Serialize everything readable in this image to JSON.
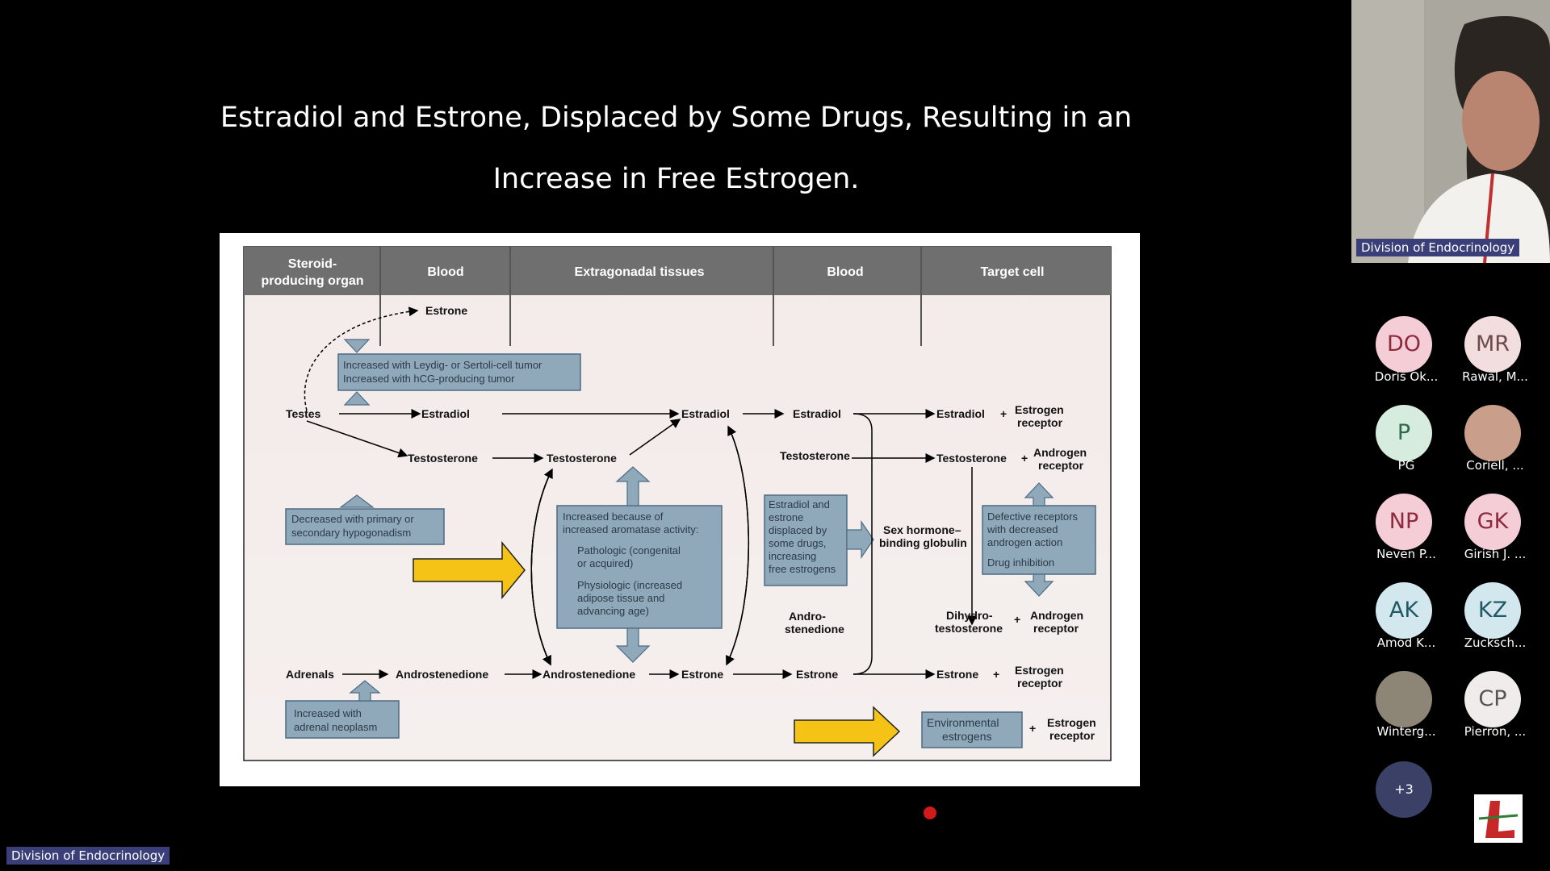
{
  "slide": {
    "title_line1": "Estradiol and Estrone, Displaced by Some Drugs, Resulting in an",
    "title_line2": "Increase in Free Estrogen."
  },
  "diagram": {
    "headers": [
      "Steroid-",
      "producing organ",
      "Blood",
      "Extragonadal tissues",
      "Blood",
      "Target cell"
    ],
    "nodes": {
      "estrone_top": "Estrone",
      "leydig_1": "Increased with Leydig- or Sertoli-cell tumor",
      "leydig_2": "Increased with hCG-producing tumor",
      "testes": "Testes",
      "estradiol_b1": "Estradiol",
      "estradiol_ext": "Estradiol",
      "estradiol_b2": "Estradiol",
      "estradiol_t": "Estradiol",
      "plus_1": "+",
      "er1_a": "Estrogen",
      "er1_b": "receptor",
      "testo_b1": "Testosterone",
      "testo_ext": "Testosterone",
      "testo_b2": "Testosterone",
      "testo_t": "Testosterone",
      "plus_2": "+",
      "ar1_a": "Androgen",
      "ar1_b": "receptor",
      "hypo_1": "Decreased with primary or",
      "hypo_2": "secondary hypogonadism",
      "arom_1": "Increased because of",
      "arom_2": "increased aromatase activity:",
      "arom_3": "Pathologic (congenital",
      "arom_4": "or acquired)",
      "arom_5": "Physiologic (increased",
      "arom_6": "adipose tissue and",
      "arom_7": "advancing age)",
      "disp_1": "Estradiol and",
      "disp_2": "estrone",
      "disp_3": "displaced by",
      "disp_4": "some drugs,",
      "disp_5": "increasing",
      "disp_6": "free estrogens",
      "shbg_1": "Sex hormone–",
      "shbg_2": "binding globulin",
      "defect_1": "Defective receptors",
      "defect_2": "with decreased",
      "defect_3": "androgen action",
      "defect_4": "Drug inhibition",
      "andro_b2_a": "Andro-",
      "andro_b2_b": "stenedione",
      "dht_a": "Dihydro-",
      "dht_b": "testosterone",
      "plus_3": "+",
      "ar2_a": "Androgen",
      "ar2_b": "receptor",
      "adrenals": "Adrenals",
      "andro_b1": "Androstenedione",
      "andro_ext": "Androstenedione",
      "estrone_ext": "Estrone",
      "estrone_b2": "Estrone",
      "estrone_t": "Estrone",
      "plus_4": "+",
      "er2_a": "Estrogen",
      "er2_b": "receptor",
      "adrenal_neo_1": "Increased with",
      "adrenal_neo_2": "adrenal neoplasm",
      "env_1": "Environmental",
      "env_2": "estrogens",
      "plus_5": "+",
      "er3_a": "Estrogen",
      "er3_b": "receptor"
    }
  },
  "meeting": {
    "speaker_label": "Division of Endocrinology",
    "bottom_label": "Division of Endocrinology",
    "more_count": "+3",
    "participants": [
      {
        "initials": "DO",
        "name": "Doris Ok...",
        "bg": "#f4cdd6",
        "fg": "#8e2a3c"
      },
      {
        "initials": "MR",
        "name": "Rawal, M...",
        "bg": "#f2dede",
        "fg": "#6e4a4a"
      },
      {
        "initials": "P",
        "name": "PG",
        "bg": "#d6ecdf",
        "fg": "#2f6a48"
      },
      {
        "initials": "",
        "name": "Coriell, ...",
        "bg": "#c99f8c",
        "fg": "#000"
      },
      {
        "initials": "NP",
        "name": "Neven P...",
        "bg": "#f4cdd6",
        "fg": "#8e2a3c"
      },
      {
        "initials": "GK",
        "name": "Girish J. ...",
        "bg": "#f4cdd6",
        "fg": "#8e2a3c"
      },
      {
        "initials": "AK",
        "name": "Amod K...",
        "bg": "#d2e8ee",
        "fg": "#235866"
      },
      {
        "initials": "KZ",
        "name": "Zucksch...",
        "bg": "#d2e8ee",
        "fg": "#235866"
      },
      {
        "initials": "",
        "name": "Winterg...",
        "bg": "#8d8576",
        "fg": "#000"
      },
      {
        "initials": "CP",
        "name": "Pierron, ...",
        "bg": "#f0ecec",
        "fg": "#555"
      }
    ]
  },
  "colors": {
    "header": "#6f6f6f",
    "box": "#8fa9bb",
    "box_border": "#4d6b82",
    "arrow_yellow": "#f5c315"
  }
}
